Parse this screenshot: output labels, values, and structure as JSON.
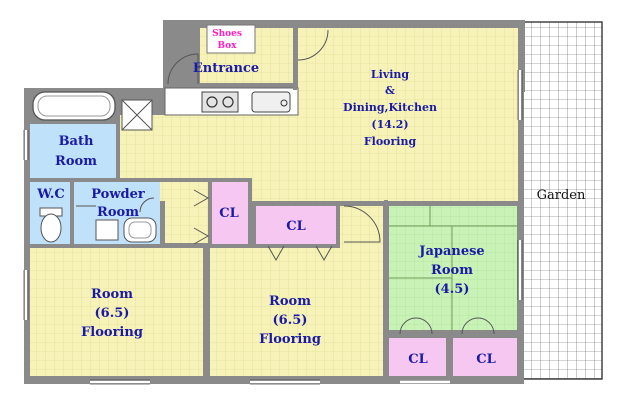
{
  "colors": {
    "flooring": "#f7f3b8",
    "wet_area": "#bfe1f9",
    "closet": "#f6c7f0",
    "tatami": "#c9f2b6",
    "wall": "#8a8a8a",
    "label": "#1a1aa6"
  },
  "rooms": {
    "shoes_box": {
      "line1": "Shoes",
      "line2": "Box"
    },
    "entrance": {
      "label": "Entrance"
    },
    "living": {
      "line1": "Living",
      "line2": "&",
      "line3": "Dining,Kitchen",
      "line4": "(14.2)",
      "line5": "Flooring"
    },
    "bath": {
      "line1": "Bath",
      "line2": "Room"
    },
    "wc": {
      "label": "W.C"
    },
    "powder": {
      "line1": "Powder",
      "line2": "Room"
    },
    "cl_center": {
      "label": "CL"
    },
    "cl_mid": {
      "label": "CL"
    },
    "japanese": {
      "line1": "Japanese",
      "line2": "Room",
      "line3": "(4.5)"
    },
    "cl_jp_left": {
      "label": "CL"
    },
    "cl_jp_right": {
      "label": "CL"
    },
    "room_left": {
      "line1": "Room",
      "line2": "(6.5)",
      "line3": "Flooring"
    },
    "room_mid": {
      "line1": "Room",
      "line2": "(6.5)",
      "line3": "Flooring"
    },
    "garden": {
      "label": "Garden"
    }
  }
}
